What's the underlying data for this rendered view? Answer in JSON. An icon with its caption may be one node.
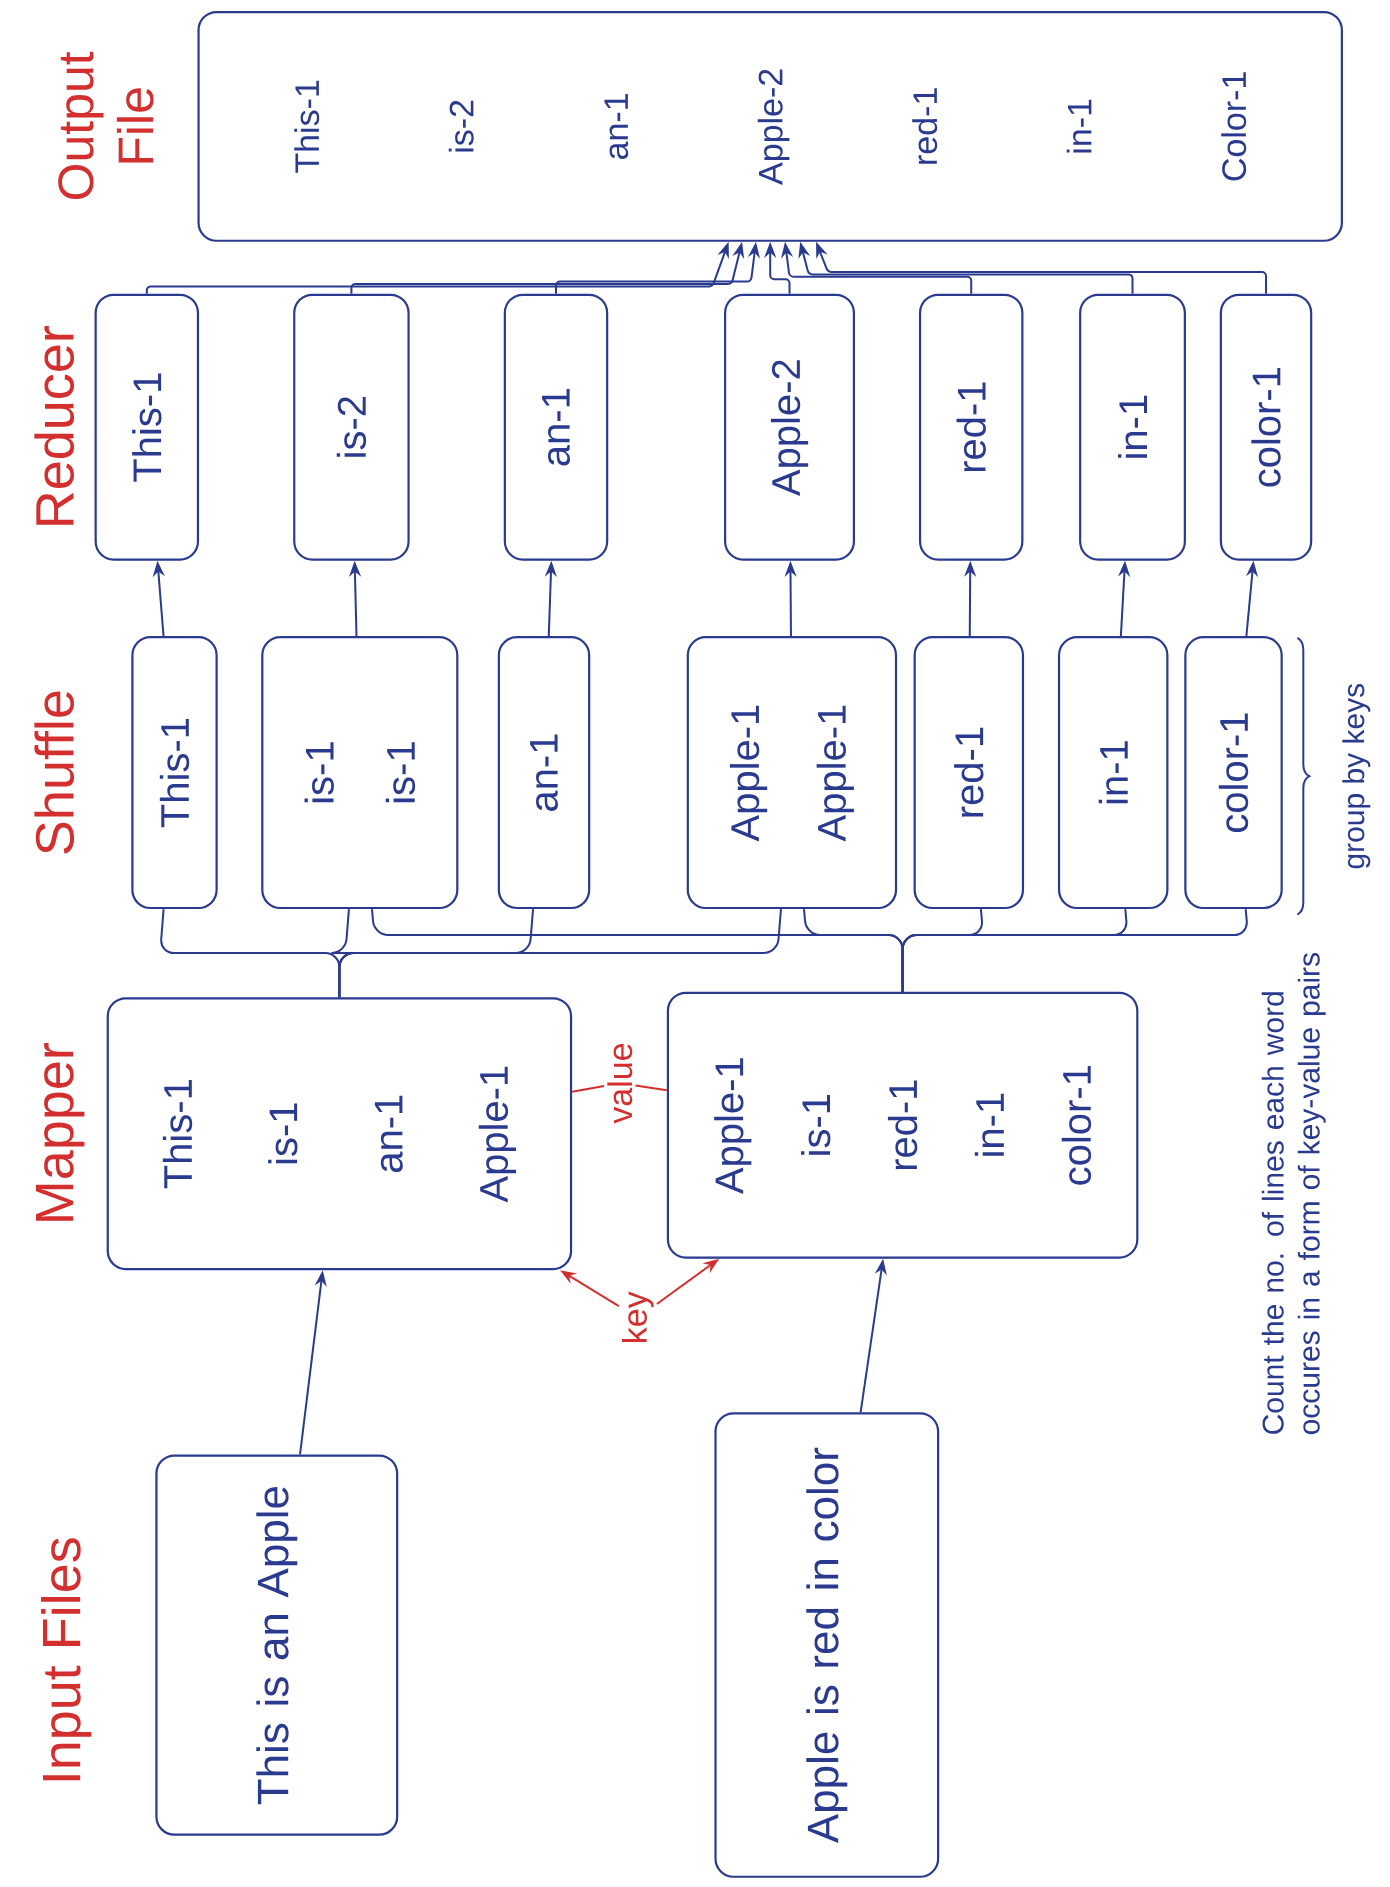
{
  "diagram": {
    "nodes": [
      {
        "text": [
          "This is an Apple"
        ]
      },
      {
        "text": [
          "Apple is red in color"
        ]
      },
      {
        "text": [
          "This-1",
          "is-1",
          "an-1",
          "Apple-1"
        ]
      },
      {
        "text": [
          "Apple-1",
          "is-1",
          "red-1",
          "in-1",
          "color-1"
        ]
      },
      {
        "text": [
          "This-1"
        ]
      },
      {
        "text": [
          "is-1",
          "is-1"
        ]
      },
      {
        "text": [
          "an-1"
        ]
      },
      {
        "text": [
          "Apple-1",
          "Apple-1"
        ]
      },
      {
        "text": [
          "red-1"
        ]
      },
      {
        "text": [
          "in-1"
        ]
      },
      {
        "text": [
          "color-1"
        ]
      },
      {
        "text": [
          "This-1"
        ]
      },
      {
        "text": [
          "is-2"
        ]
      },
      {
        "text": [
          "an-1"
        ]
      },
      {
        "text": [
          "Apple-2"
        ]
      },
      {
        "text": [
          "red-1"
        ]
      },
      {
        "text": [
          "in-1"
        ]
      },
      {
        "text": [
          "color-1"
        ]
      },
      {
        "text": [
          "This-1",
          "is-2",
          "an-1",
          "Apple-2",
          "red-1",
          "in-1",
          "Color-1"
        ]
      },
      {
        "text": [
          "key"
        ]
      },
      {
        "text": [
          "value"
        ]
      }
    ],
    "edges": [
      {
        "from": 0,
        "to": 2,
        "arrow": "to"
      },
      {
        "from": 1,
        "to": 3,
        "arrow": "to"
      },
      {
        "from": 2,
        "to": 4,
        "arrow": "none"
      },
      {
        "from": 2,
        "to": 5,
        "arrow": "none"
      },
      {
        "from": 2,
        "to": 6,
        "arrow": "none"
      },
      {
        "from": 2,
        "to": 7,
        "arrow": "none"
      },
      {
        "from": 3,
        "to": 5,
        "arrow": "none"
      },
      {
        "from": 3,
        "to": 7,
        "arrow": "none"
      },
      {
        "from": 3,
        "to": 8,
        "arrow": "none"
      },
      {
        "from": 3,
        "to": 9,
        "arrow": "none"
      },
      {
        "from": 3,
        "to": 10,
        "arrow": "none"
      },
      {
        "from": 4,
        "to": 11,
        "arrow": "to"
      },
      {
        "from": 5,
        "to": 12,
        "arrow": "to"
      },
      {
        "from": 6,
        "to": 13,
        "arrow": "to"
      },
      {
        "from": 7,
        "to": 14,
        "arrow": "to"
      },
      {
        "from": 8,
        "to": 15,
        "arrow": "to"
      },
      {
        "from": 9,
        "to": 16,
        "arrow": "to"
      },
      {
        "from": 10,
        "to": 17,
        "arrow": "to"
      },
      {
        "from": 11,
        "to": 18,
        "arrow": "to"
      },
      {
        "from": 12,
        "to": 18,
        "arrow": "to"
      },
      {
        "from": 13,
        "to": 18,
        "arrow": "to"
      },
      {
        "from": 14,
        "to": 18,
        "arrow": "to"
      },
      {
        "from": 15,
        "to": 18,
        "arrow": "to"
      },
      {
        "from": 16,
        "to": 18,
        "arrow": "to"
      },
      {
        "from": 17,
        "to": 18,
        "arrow": "to"
      },
      {
        "from": 19,
        "to": 2,
        "arrow": "to",
        "color": "#d32f2f"
      },
      {
        "from": 19,
        "to": 3,
        "arrow": "to",
        "color": "#d32f2f"
      },
      {
        "from": 20,
        "to": 2,
        "arrow": "none",
        "color": "#d32f2f"
      },
      {
        "from": 20,
        "to": 3,
        "arrow": "none",
        "color": "#d32f2f"
      }
    ],
    "labels": [
      "Input Files",
      "Mapper",
      "Shuffle",
      "Reducer",
      "Output File",
      "Count the no. of lines each word occures in a form of key-value pairs",
      "group by keys"
    ]
  }
}
